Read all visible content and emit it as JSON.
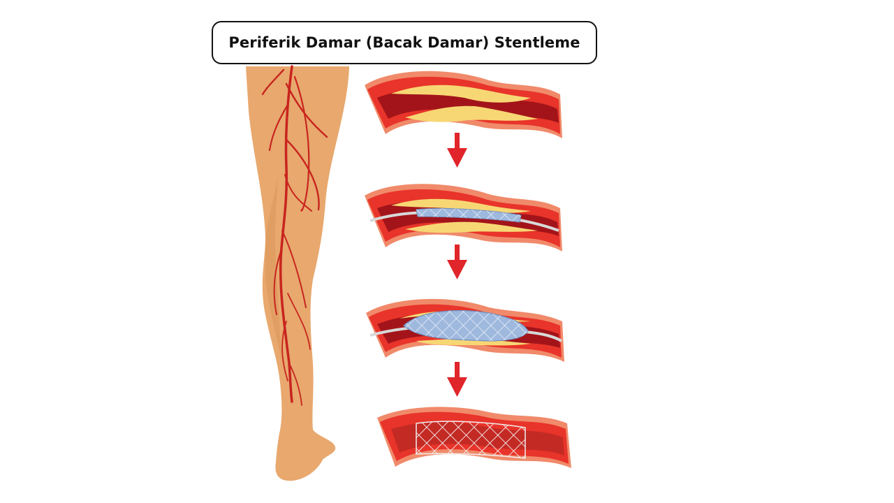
{
  "title": "Periferik Damar (Bacak Damar) Stentleme",
  "colors": {
    "skin": "#E8A86E",
    "artery": "#C8241E",
    "vessel_wall": "#E8342A",
    "vessel_lumen_dark": "#A3141A",
    "plaque": "#F7D774",
    "balloon": "#9FB9DE",
    "arrow": "#E0252B"
  },
  "steps": [
    {
      "id": "narrowed-artery"
    },
    {
      "id": "catheter-insertion"
    },
    {
      "id": "balloon-inflation"
    },
    {
      "id": "stent-placed"
    }
  ]
}
